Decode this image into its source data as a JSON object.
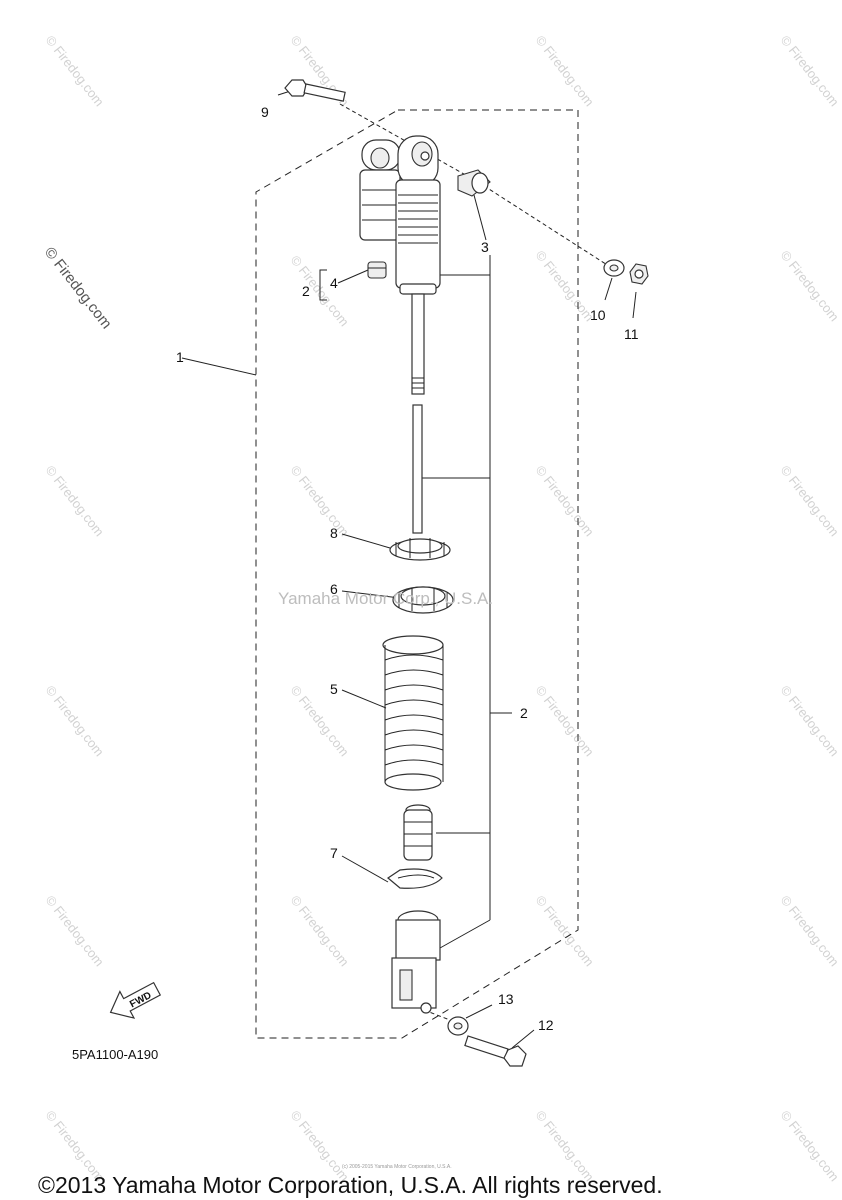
{
  "diagram": {
    "watermark_repeat": "© Firedog.com",
    "watermark_center": "Yamaha Motor Corp., U.S.A.",
    "diagram_code": "5PA1100-A190",
    "fwd_label": "FWD",
    "fine_print": "(c) 2005-2015 Yamaha Motor Corporation, U.S.A.",
    "copyright": "©2013 Yamaha Motor Corporation, U.S.A. All rights reserved.",
    "callouts": {
      "c1": "1",
      "c2a": "2",
      "c2b": "2",
      "c3": "3",
      "c4": "4",
      "c5": "5",
      "c6": "6",
      "c7": "7",
      "c8": "8",
      "c9": "9",
      "c10": "10",
      "c11": "11",
      "c12": "12",
      "c13": "13"
    }
  }
}
